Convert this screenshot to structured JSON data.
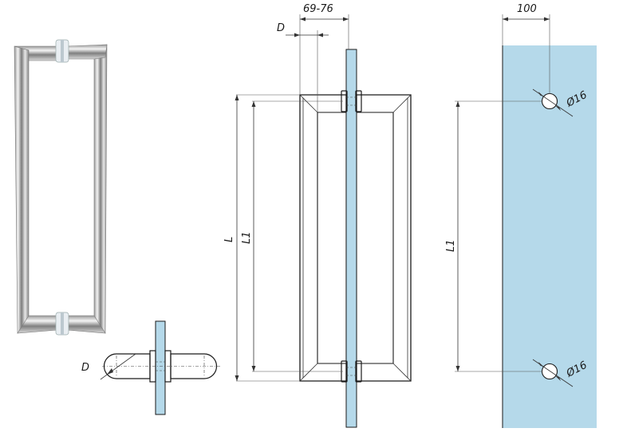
{
  "labels": {
    "d_photo": "D",
    "d_side": "D",
    "projection": "69-76",
    "length_total": "L",
    "length_centers_side": "L1",
    "length_centers_glass": "L1",
    "edge_offset": "100",
    "hole_top": "Ø16",
    "hole_bottom": "Ø16"
  },
  "colors": {
    "glass": "#b5d9ea",
    "steel_light": "#f2f2f2",
    "steel_dark": "#8a8a8a",
    "line": "#1a1a1a"
  }
}
